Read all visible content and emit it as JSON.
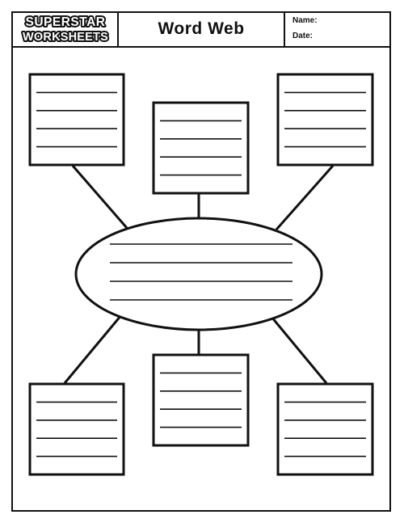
{
  "header": {
    "logo": {
      "line1": "SUPERSTAR",
      "line2": "WORKSHEETS",
      "icon": "superstar-worksheets-logo"
    },
    "title": "Word Web",
    "name_label": "Name:",
    "date_label": "Date:"
  },
  "web": {
    "outer_boxes": 6,
    "center_shape": "ellipse",
    "lines_per_box": 4,
    "lines_in_center": 4
  },
  "colors": {
    "ink": "#111111",
    "paper": "#ffffff"
  }
}
